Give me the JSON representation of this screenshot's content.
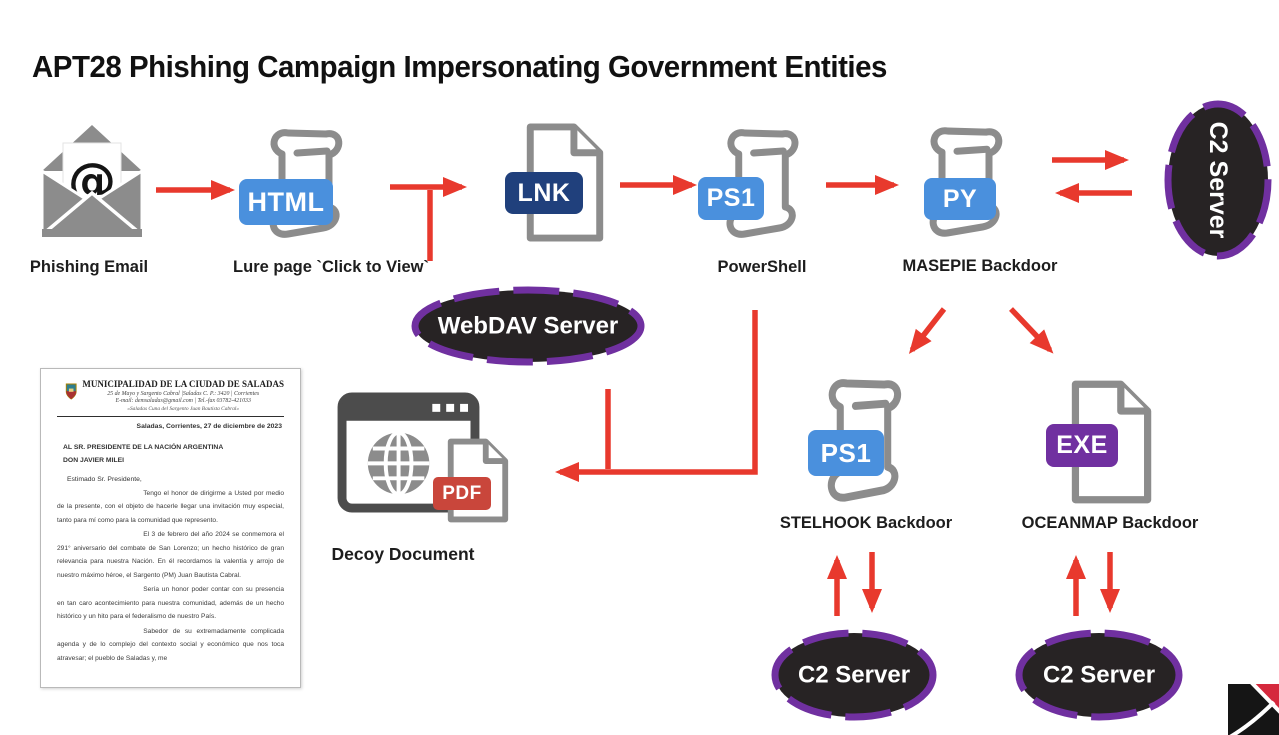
{
  "title": "APT28 Phishing Campaign Impersonating Government Entities",
  "colors": {
    "arrow_red": "#e8392d",
    "badge_blue": "#4a90dd",
    "badge_navy": "#20407c",
    "badge_purple": "#7030a0",
    "badge_pdf_red": "#c9463b",
    "icon_gray": "#8c8c8c",
    "server_fill": "#272324",
    "server_border": "#7030a0",
    "label_color": "#1d1d1d"
  },
  "icons": {
    "phishing_email": "open-envelope-at-icon",
    "script_file": "script-scroll-icon",
    "plain_file": "file-page-icon",
    "decoy": "browser-globe-icon",
    "server": "dashed-ellipse-server",
    "corner_logo": "red-black-square-swoosh-logo"
  },
  "nodes": {
    "phishing_email": {
      "label": "Phishing Email"
    },
    "lure_page": {
      "label": "Lure page `Click to View`",
      "badge": "HTML"
    },
    "lnk_file": {
      "badge": "LNK"
    },
    "powershell": {
      "label": "PowerShell",
      "badge": "PS1"
    },
    "masepie": {
      "label": "MASEPIE Backdoor",
      "badge": "PY"
    },
    "c2_top": {
      "label": "C2 Server"
    },
    "webdav": {
      "label": "WebDAV Server"
    },
    "decoy": {
      "label": "Decoy Document",
      "badge": "PDF"
    },
    "stelhook": {
      "label": "STELHOOK Backdoor",
      "badge": "PS1"
    },
    "oceanmap": {
      "label": "OCEANMAP Backdoor",
      "badge": "EXE"
    },
    "c2_bottom_left": {
      "label": "C2 Server"
    },
    "c2_bottom_right": {
      "label": "C2 Server"
    }
  },
  "edges": [
    {
      "from": "phishing_email",
      "to": "lure_page",
      "style": "arrow-right"
    },
    {
      "from": "lure_page",
      "to": "lnk_file",
      "style": "arrow-right-with-branch-down-to-webdav"
    },
    {
      "from": "lnk_file",
      "to": "powershell",
      "style": "arrow-right"
    },
    {
      "from": "powershell",
      "to": "masepie",
      "style": "arrow-right"
    },
    {
      "from": "masepie",
      "to": "c2_top",
      "style": "double-arrow-horizontal"
    },
    {
      "from": "masepie",
      "to": "stelhook",
      "style": "diagonal-arrow"
    },
    {
      "from": "masepie",
      "to": "oceanmap",
      "style": "diagonal-arrow"
    },
    {
      "from": "powershell",
      "to": "decoy",
      "style": "elbow-arrow-left"
    },
    {
      "from": "webdav",
      "to": "decoy",
      "style": "vertical-line-join"
    },
    {
      "from": "stelhook",
      "to": "c2_bottom_left",
      "style": "double-arrow-vertical"
    },
    {
      "from": "oceanmap",
      "to": "c2_bottom_right",
      "style": "double-arrow-vertical"
    }
  ],
  "letter": {
    "header_title": "MUNICIPALIDAD DE LA CIUDAD DE SALADAS",
    "address_line": "25 de Mayo y Sargento Cabral |Saladas C. P.: 3420 | Corrientes",
    "contact_line": "E-mail: demsaladas@gmail.com | Tel.-fax 03782-421033",
    "motto_line": "«Saladas Cuna del Sargento Juan Bautista Cabral»",
    "date_line": "Saladas, Corrientes, 27 de diciembre de 2023",
    "recipient_line1": "AL SR. PRESIDENTE DE LA NACIÓN ARGENTINA",
    "recipient_line2": "DON JAVIER MILEI",
    "salutation": "Estimado Sr. Presidente,",
    "paragraphs": [
      "Tengo el honor de dirigirme a Usted por medio de la presente, con el objeto de hacerle llegar una invitación muy especial, tanto para mí como para la comunidad que represento.",
      "El 3 de febrero del año 2024 se conmemora el 291° aniversario del combate de San Lorenzo; un hecho histórico de gran relevancia para nuestra Nación. En él recordamos la valentía y arrojo de nuestro máximo héroe, el Sargento (PM) Juan Bautista Cabral.",
      "Sería un honor poder contar con su presencia en tan caro acontecimiento para nuestra comunidad, además de un hecho histórico y un hito para el federalismo de nuestro País.",
      "Sabedor de su extremadamente complicada agenda y de lo complejo del contexto social y económico que nos toca atravesar; el pueblo de Saladas y, me"
    ]
  }
}
